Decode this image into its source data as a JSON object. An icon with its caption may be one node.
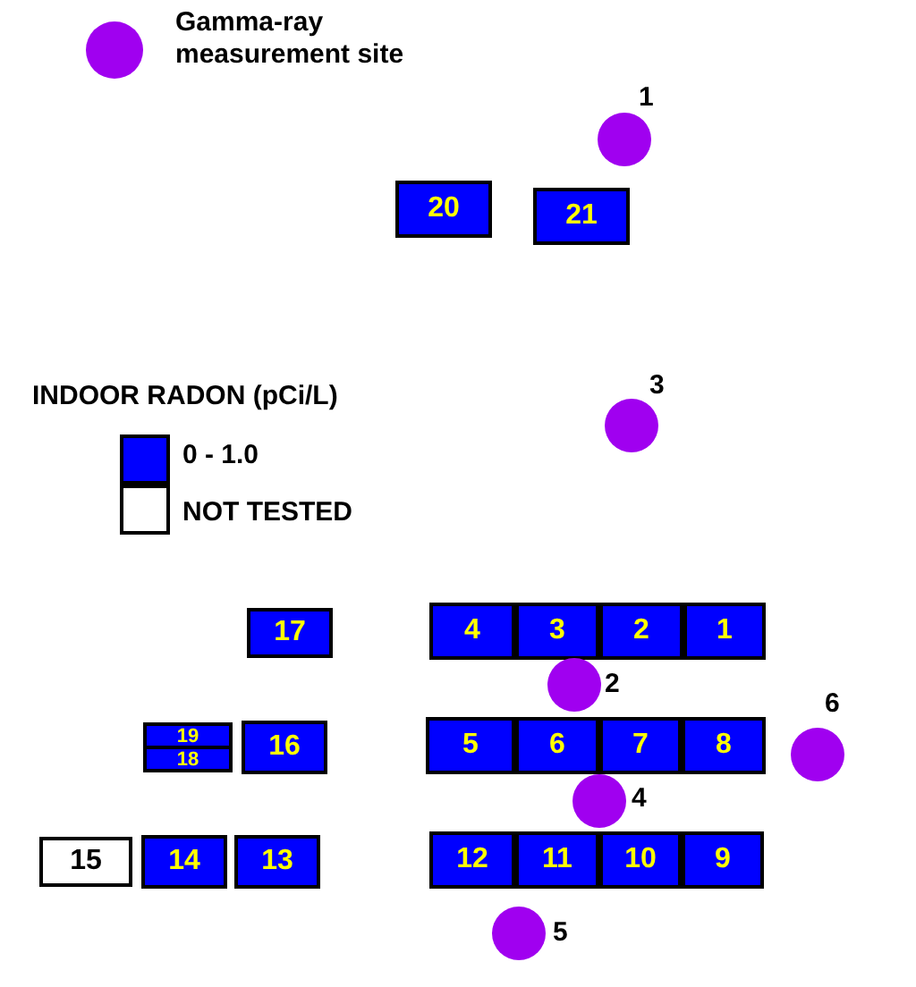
{
  "diagram": {
    "nodes": [
      {
        "text": [],
        "shape": "circle",
        "beside": [
          "1"
        ]
      },
      {
        "text": [
          "20"
        ]
      },
      {
        "text": [
          "21"
        ]
      },
      {
        "text": [],
        "shape": "circle",
        "beside": [
          "3"
        ]
      },
      {
        "text": [
          "17"
        ]
      },
      {
        "text": [
          "4"
        ]
      },
      {
        "text": [
          "3"
        ]
      },
      {
        "text": [
          "2"
        ]
      },
      {
        "text": [
          "1"
        ]
      },
      {
        "text": [],
        "shape": "circle",
        "beside": [
          "2"
        ]
      },
      {
        "text": [
          "19"
        ]
      },
      {
        "text": [
          "18"
        ]
      },
      {
        "text": [
          "16"
        ]
      },
      {
        "text": [
          "5"
        ]
      },
      {
        "text": [
          "6"
        ]
      },
      {
        "text": [
          "7"
        ]
      },
      {
        "text": [
          "8"
        ]
      },
      {
        "text": [],
        "shape": "circle",
        "beside": [
          "6"
        ]
      },
      {
        "text": [],
        "shape": "circle",
        "beside": [
          "4"
        ]
      },
      {
        "text": [
          "15"
        ]
      },
      {
        "text": [
          "14"
        ]
      },
      {
        "text": [
          "13"
        ]
      },
      {
        "text": [
          "12"
        ]
      },
      {
        "text": [
          "11"
        ]
      },
      {
        "text": [
          "10"
        ]
      },
      {
        "text": [
          "9"
        ]
      },
      {
        "text": [],
        "shape": "circle",
        "beside": [
          "5"
        ]
      }
    ],
    "edges": [],
    "labels": [
      "INDOOR RADON (pCi/L)"
    ],
    "legend": [
      {
        "text": "Gamma-ray measurement site"
      },
      {
        "text": "0 - 1.0",
        "color": "#0000ff"
      },
      {
        "text": "NOT TESTED",
        "color": "#ffffff"
      }
    ]
  }
}
